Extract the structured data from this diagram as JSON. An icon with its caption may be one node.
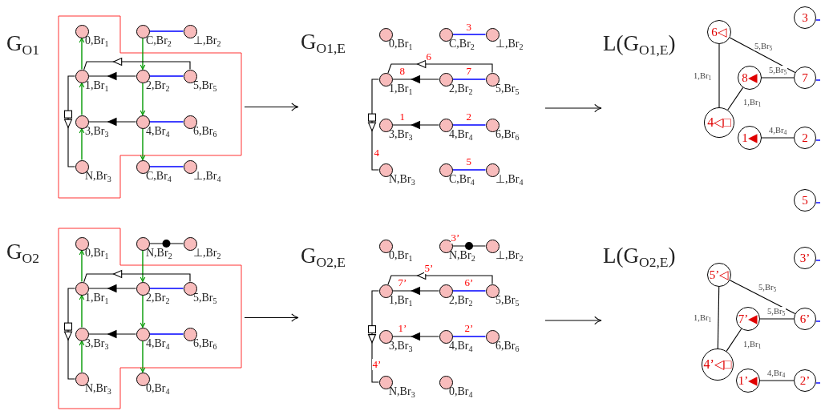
{
  "diagram": {
    "nodes": [
      {
        "text": [
          "G$_{O1}$"
        ]
      },
      {
        "text": [],
        "shape": "circle",
        "in": 0,
        "beside": [
          "0,Br$_{1}$"
        ]
      },
      {
        "text": [],
        "shape": "circle",
        "in": 0,
        "beside": [
          "C,Br$_{2}$"
        ]
      },
      {
        "text": [],
        "shape": "circle",
        "in": 0,
        "beside": [
          "⊥,Br$_{2}$"
        ]
      },
      {
        "text": [],
        "shape": "circle",
        "in": 0,
        "beside": [
          "1,Br$_{1}$"
        ]
      },
      {
        "text": [],
        "shape": "circle",
        "in": 0,
        "beside": [
          "2,Br$_{2}$"
        ]
      },
      {
        "text": [],
        "shape": "circle",
        "in": 0,
        "beside": [
          "5,Br$_{5}$"
        ]
      },
      {
        "text": [],
        "shape": "circle",
        "in": 0,
        "beside": [
          "3,Br$_{3}$"
        ]
      },
      {
        "text": [],
        "shape": "circle",
        "in": 0,
        "beside": [
          "4,Br$_{4}$"
        ]
      },
      {
        "text": [],
        "shape": "circle",
        "in": 0,
        "beside": [
          "6,Br$_{6}$"
        ]
      },
      {
        "text": [],
        "shape": "circle",
        "in": 0,
        "beside": [
          "N,Br$_{3}$"
        ]
      },
      {
        "text": [],
        "shape": "circle",
        "in": 0,
        "beside": [
          "C,Br$_{4}$"
        ]
      },
      {
        "text": [],
        "shape": "circle",
        "in": 0,
        "beside": [
          "⊥,Br$_{4}$"
        ]
      },
      {
        "text": [
          "G$_{O1,E}$"
        ]
      },
      {
        "text": [],
        "shape": "circle",
        "in": 13,
        "beside": [
          "0,Br$_{1}$"
        ]
      },
      {
        "text": [],
        "shape": "circle",
        "in": 13,
        "beside": [
          "C,Br$_{2}$"
        ]
      },
      {
        "text": [],
        "shape": "circle",
        "in": 13,
        "beside": [
          "⊥,Br$_{2}$"
        ]
      },
      {
        "text": [],
        "shape": "circle",
        "in": 13,
        "beside": [
          "1,Br$_{1}$"
        ]
      },
      {
        "text": [],
        "shape": "circle",
        "in": 13,
        "beside": [
          "2,Br$_{2}$"
        ]
      },
      {
        "text": [],
        "shape": "circle",
        "in": 13,
        "beside": [
          "5,Br$_{5}$"
        ]
      },
      {
        "text": [],
        "shape": "circle",
        "in": 13,
        "beside": [
          "3,Br$_{3}$"
        ]
      },
      {
        "text": [],
        "shape": "circle",
        "in": 13,
        "beside": [
          "4,Br$_{4}$"
        ]
      },
      {
        "text": [],
        "shape": "circle",
        "in": 13,
        "beside": [
          "6,Br$_{6}$"
        ]
      },
      {
        "text": [],
        "shape": "circle",
        "in": 13,
        "beside": [
          "N,Br$_{3}$"
        ]
      },
      {
        "text": [],
        "shape": "circle",
        "in": 13,
        "beside": [
          "C,Br$_{4}$"
        ]
      },
      {
        "text": [],
        "shape": "circle",
        "in": 13,
        "beside": [
          "⊥,Br$_{4}$"
        ]
      },
      {
        "text": [
          "L(G$_{O1,E}$)"
        ]
      },
      {
        "text": [
          "3"
        ],
        "in": 26
      },
      {
        "text": [
          "6◁"
        ],
        "in": 26
      },
      {
        "text": [
          "8◀"
        ],
        "in": 26
      },
      {
        "text": [
          "7"
        ],
        "in": 26
      },
      {
        "text": [
          "4◁□"
        ],
        "in": 26
      },
      {
        "text": [
          "1◀"
        ],
        "in": 26
      },
      {
        "text": [
          "2"
        ],
        "in": 26
      },
      {
        "text": [
          "5"
        ],
        "in": 26
      },
      {
        "text": [
          "G$_{O2}$"
        ]
      },
      {
        "text": [],
        "shape": "circle",
        "in": 35,
        "beside": [
          "0,Br$_{1}$"
        ]
      },
      {
        "text": [],
        "shape": "circle",
        "in": 35,
        "beside": [
          "N,Br$_{2}$"
        ]
      },
      {
        "text": [],
        "shape": "circle",
        "in": 35,
        "beside": [
          "⊥,Br$_{2}$"
        ]
      },
      {
        "text": [],
        "shape": "circle",
        "in": 35,
        "beside": [
          "1,Br$_{1}$"
        ]
      },
      {
        "text": [],
        "shape": "circle",
        "in": 35,
        "beside": [
          "2,Br$_{2}$"
        ]
      },
      {
        "text": [],
        "shape": "circle",
        "in": 35,
        "beside": [
          "5,Br$_{5}$"
        ]
      },
      {
        "text": [],
        "shape": "circle",
        "in": 35,
        "beside": [
          "3,Br$_{3}$"
        ]
      },
      {
        "text": [],
        "shape": "circle",
        "in": 35,
        "beside": [
          "4,Br$_{4}$"
        ]
      },
      {
        "text": [],
        "shape": "circle",
        "in": 35,
        "beside": [
          "6,Br$_{6}$"
        ]
      },
      {
        "text": [],
        "shape": "circle",
        "in": 35,
        "beside": [
          "N,Br$_{3}$"
        ]
      },
      {
        "text": [],
        "shape": "circle",
        "in": 35,
        "beside": [
          "0,Br$_{4}$"
        ]
      },
      {
        "text": [
          "G$_{O2,E}$"
        ]
      },
      {
        "text": [],
        "shape": "circle",
        "in": 47,
        "beside": [
          "0,Br$_{1}$"
        ]
      },
      {
        "text": [],
        "shape": "circle",
        "in": 47,
        "beside": [
          "N,Br$_{2}$"
        ]
      },
      {
        "text": [],
        "shape": "circle",
        "in": 47,
        "beside": [
          "⊥,Br$_{2}$"
        ]
      },
      {
        "text": [],
        "shape": "circle",
        "in": 47,
        "beside": [
          "1,Br$_{1}$"
        ]
      },
      {
        "text": [],
        "shape": "circle",
        "in": 47,
        "beside": [
          "2,Br$_{2}$"
        ]
      },
      {
        "text": [],
        "shape": "circle",
        "in": 47,
        "beside": [
          "5,Br$_{5}$"
        ]
      },
      {
        "text": [],
        "shape": "circle",
        "in": 47,
        "beside": [
          "3,Br$_{3}$"
        ]
      },
      {
        "text": [],
        "shape": "circle",
        "in": 47,
        "beside": [
          "4,Br$_{4}$"
        ]
      },
      {
        "text": [],
        "shape": "circle",
        "in": 47,
        "beside": [
          "6,Br$_{6}$"
        ]
      },
      {
        "text": [],
        "shape": "circle",
        "in": 47,
        "beside": [
          "N,Br$_{3}$"
        ]
      },
      {
        "text": [],
        "shape": "circle",
        "in": 47,
        "beside": [
          "0,Br$_{4}$"
        ]
      },
      {
        "text": [
          "L(G$_{O2,E}$)"
        ]
      },
      {
        "text": [
          "3’"
        ],
        "in": 59
      },
      {
        "text": [
          "5’◁"
        ],
        "in": 59
      },
      {
        "text": [
          "7’◀"
        ],
        "in": 59
      },
      {
        "text": [
          "6’"
        ],
        "in": 59
      },
      {
        "text": [
          "4’◁□"
        ],
        "in": 59
      },
      {
        "text": [
          "1’◀"
        ],
        "in": 59
      },
      {
        "text": [
          "2’"
        ],
        "in": 59
      }
    ],
    "edges": [
      {
        "from": 0,
        "to": 13,
        "arrow": "to"
      },
      {
        "from": 13,
        "to": 26,
        "arrow": "to"
      },
      {
        "from": 35,
        "to": 47,
        "arrow": "to"
      },
      {
        "from": 47,
        "to": 59,
        "arrow": "to"
      },
      {
        "from": 10,
        "to": 7,
        "arrow": "to",
        "color": "#009900"
      },
      {
        "from": 7,
        "to": 4,
        "arrow": "to",
        "color": "#009900"
      },
      {
        "from": 4,
        "to": 1,
        "arrow": "to",
        "color": "#009900"
      },
      {
        "from": 2,
        "to": 5,
        "arrow": "to",
        "color": "#009900"
      },
      {
        "from": 5,
        "to": 8,
        "arrow": "to",
        "color": "#009900"
      },
      {
        "from": 8,
        "to": 11,
        "arrow": "to",
        "color": "#009900"
      },
      {
        "from": 2,
        "to": 3,
        "arrow": "none",
        "color": "#0000ff"
      },
      {
        "from": 5,
        "to": 6,
        "arrow": "none",
        "color": "#0000ff"
      },
      {
        "from": 8,
        "to": 9,
        "arrow": "none",
        "color": "#0000ff"
      },
      {
        "from": 11,
        "to": 12,
        "arrow": "none",
        "color": "#0000ff"
      },
      {
        "from": 5,
        "to": 4,
        "arrow": "to"
      },
      {
        "from": 8,
        "to": 7,
        "arrow": "to"
      },
      {
        "from": 6,
        "to": 4,
        "arrow": "to"
      },
      {
        "from": 4,
        "to": 10,
        "arrow": "to"
      },
      {
        "from": 21,
        "to": 20,
        "arrow": "to",
        "label": "1"
      },
      {
        "from": 21,
        "to": 22,
        "arrow": "none",
        "label": "2",
        "color": "#0000ff"
      },
      {
        "from": 15,
        "to": 16,
        "arrow": "none",
        "label": "3",
        "color": "#0000ff"
      },
      {
        "from": 17,
        "to": 23,
        "arrow": "to",
        "label": "4"
      },
      {
        "from": 24,
        "to": 25,
        "arrow": "none",
        "label": "5",
        "color": "#0000ff"
      },
      {
        "from": 19,
        "to": 17,
        "arrow": "to",
        "label": "6"
      },
      {
        "from": 18,
        "to": 19,
        "arrow": "none",
        "label": "7",
        "color": "#0000ff"
      },
      {
        "from": 18,
        "to": 17,
        "arrow": "to",
        "label": "8"
      },
      {
        "from": 28,
        "to": 30,
        "arrow": "none",
        "label": "5,Br$_{5}$"
      },
      {
        "from": 28,
        "to": 31,
        "arrow": "none",
        "label": "1,Br$_{1}$"
      },
      {
        "from": 29,
        "to": 30,
        "arrow": "none",
        "label": "5,Br$_{5}$"
      },
      {
        "from": 29,
        "to": 31,
        "arrow": "none",
        "label": "1,Br$_{1}$"
      },
      {
        "from": 32,
        "to": 33,
        "arrow": "none",
        "label": "4,Br$_{4}$"
      },
      {
        "from": 27,
        "to": null,
        "arrow": "none",
        "color": "#0000ff"
      },
      {
        "from": 30,
        "to": null,
        "arrow": "none",
        "color": "#0000ff"
      },
      {
        "from": 33,
        "to": null,
        "arrow": "none",
        "color": "#0000ff"
      },
      {
        "from": 34,
        "to": null,
        "arrow": "none",
        "color": "#0000ff"
      },
      {
        "from": 45,
        "to": 42,
        "arrow": "to",
        "color": "#009900"
      },
      {
        "from": 42,
        "to": 39,
        "arrow": "to",
        "color": "#009900"
      },
      {
        "from": 39,
        "to": 36,
        "arrow": "to",
        "color": "#009900"
      },
      {
        "from": 37,
        "to": 40,
        "arrow": "to",
        "color": "#009900"
      },
      {
        "from": 40,
        "to": 43,
        "arrow": "to",
        "color": "#009900"
      },
      {
        "from": 43,
        "to": 46,
        "arrow": "to",
        "color": "#009900"
      },
      {
        "from": 37,
        "to": 38,
        "arrow": "none"
      },
      {
        "from": 40,
        "to": 41,
        "arrow": "none",
        "color": "#0000ff"
      },
      {
        "from": 43,
        "to": 44,
        "arrow": "none",
        "color": "#0000ff"
      },
      {
        "from": 40,
        "to": 39,
        "arrow": "to"
      },
      {
        "from": 43,
        "to": 42,
        "arrow": "to"
      },
      {
        "from": 41,
        "to": 39,
        "arrow": "to"
      },
      {
        "from": 39,
        "to": 45,
        "arrow": "to"
      },
      {
        "from": 55,
        "to": 54,
        "arrow": "to",
        "label": "1’"
      },
      {
        "from": 55,
        "to": 56,
        "arrow": "none",
        "label": "2’",
        "color": "#0000ff"
      },
      {
        "from": 49,
        "to": 50,
        "arrow": "none",
        "label": "3’"
      },
      {
        "from": 51,
        "to": 57,
        "arrow": "to",
        "label": "4’"
      },
      {
        "from": 53,
        "to": 51,
        "arrow": "to",
        "label": "5’"
      },
      {
        "from": 52,
        "to": 53,
        "arrow": "none",
        "label": "6’",
        "color": "#0000ff"
      },
      {
        "from": 52,
        "to": 51,
        "arrow": "to",
        "label": "7’"
      },
      {
        "from": 61,
        "to": 63,
        "arrow": "none",
        "label": "5,Br$_{5}$"
      },
      {
        "from": 61,
        "to": 64,
        "arrow": "none",
        "label": "1,Br$_{1}$"
      },
      {
        "from": 62,
        "to": 63,
        "arrow": "none",
        "label": "5,Br$_{5}$"
      },
      {
        "from": 62,
        "to": 64,
        "arrow": "none",
        "label": "1,Br$_{1}$"
      },
      {
        "from": 65,
        "to": 66,
        "arrow": "none",
        "label": "4,Br$_{4}$"
      },
      {
        "from": 60,
        "to": null,
        "arrow": "none",
        "color": "#0000ff"
      },
      {
        "from": 63,
        "to": null,
        "arrow": "none",
        "color": "#0000ff"
      },
      {
        "from": 66,
        "to": null,
        "arrow": "none",
        "color": "#0000ff"
      }
    ]
  }
}
